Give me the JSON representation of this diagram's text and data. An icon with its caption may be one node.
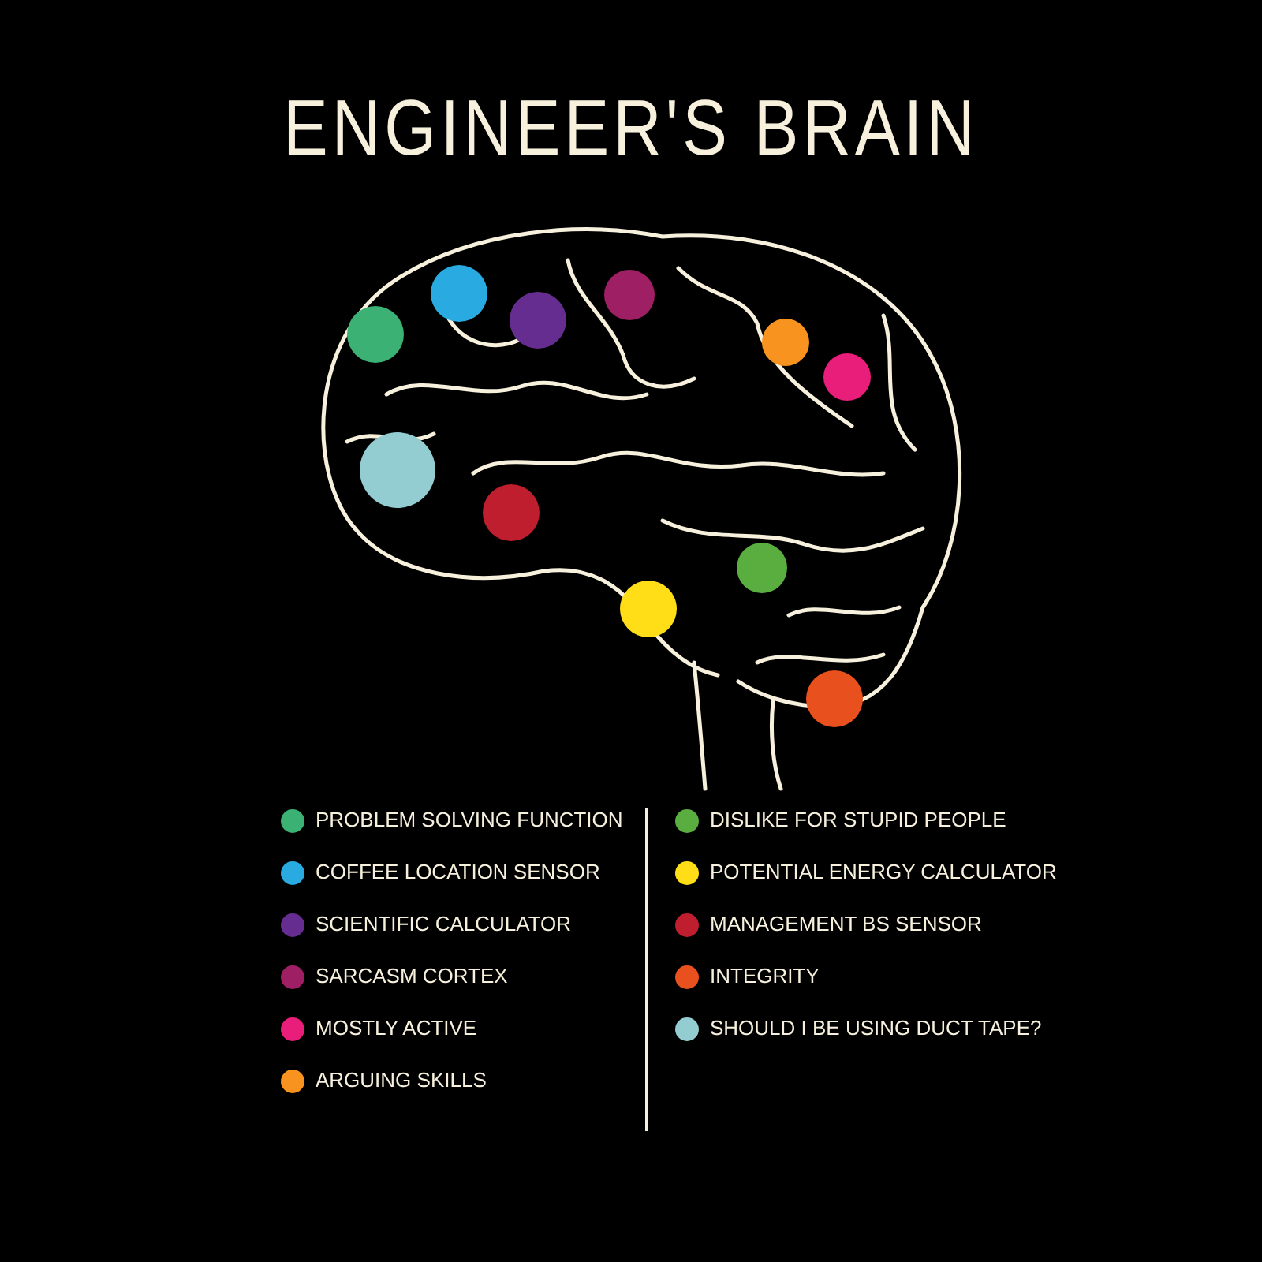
{
  "diagram": {
    "title": "ENGINEER'S BRAIN",
    "legend": [
      {
        "text": "PROBLEM SOLVING FUNCTION",
        "color": "#3bb273"
      },
      {
        "text": "COFFEE LOCATION SENSOR",
        "color": "#29abe2"
      },
      {
        "text": "SCIENTIFIC CALCULATOR",
        "color": "#662d91"
      },
      {
        "text": "SARCASM CORTEX",
        "color": "#9e1f63"
      },
      {
        "text": "MOSTLY ACTIVE",
        "color": "#e91e7a"
      },
      {
        "text": "ARGUING SKILLS",
        "color": "#f7931e"
      },
      {
        "text": "DISLIKE FOR STUPID PEOPLE",
        "color": "#5aad3f"
      },
      {
        "text": "POTENTIAL ENERGY CALCULATOR",
        "color": "#ffde17"
      },
      {
        "text": "MANAGEMENT BS SENSOR",
        "color": "#be1e2d"
      },
      {
        "text": "INTEGRITY",
        "color": "#e8501e"
      },
      {
        "text": "SHOULD I BE USING DUCT TAPE?",
        "color": "#93cdd1"
      }
    ]
  }
}
